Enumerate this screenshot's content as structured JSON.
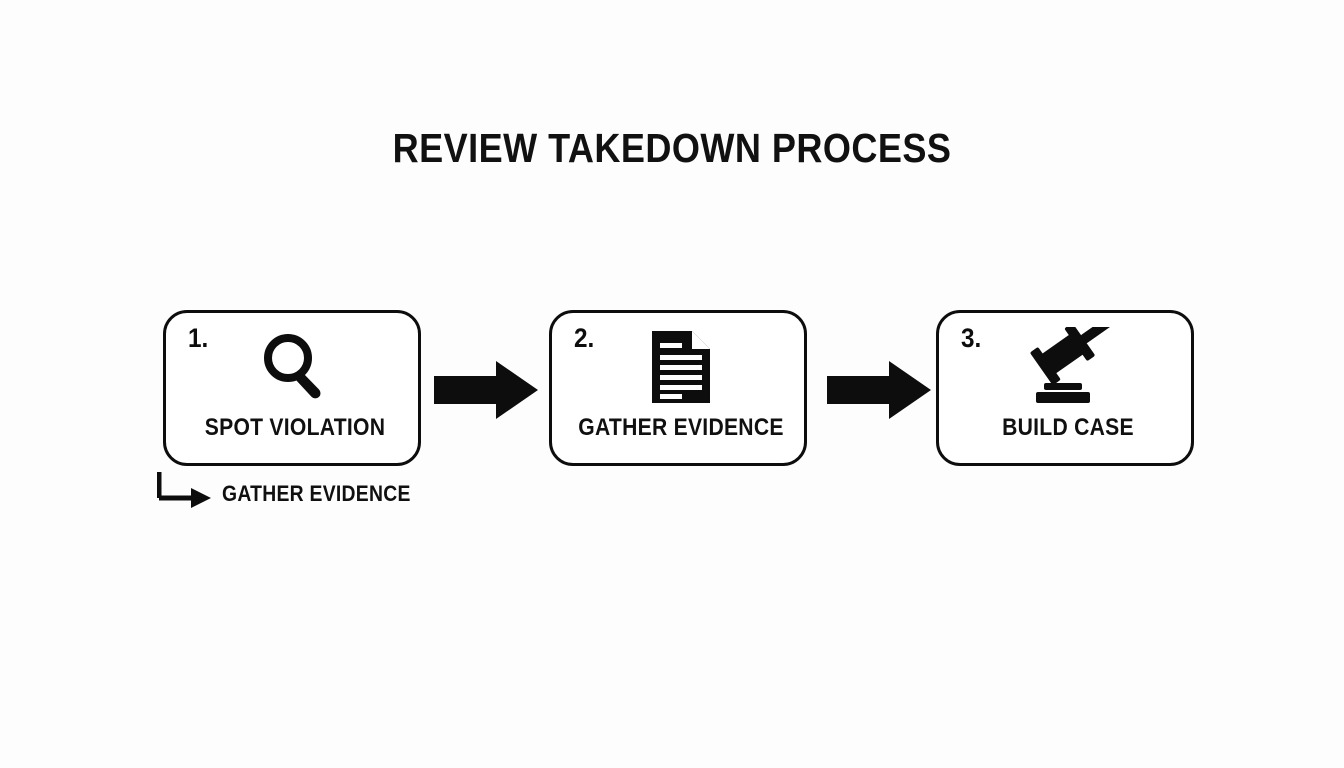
{
  "diagram": {
    "title": "REVIEW TAKEDOWN PROCESS",
    "background_color": "#fdfdfd",
    "ink_color": "#0d0d0d",
    "steps": [
      {
        "number": "1.",
        "label": "SPOT VIOLATION",
        "icon": "magnifying-glass-icon"
      },
      {
        "number": "2.",
        "label": "GATHER EVIDENCE",
        "icon": "document-icon"
      },
      {
        "number": "3.",
        "label": "BUILD CASE",
        "icon": "gavel-icon"
      }
    ],
    "connectors": [
      {
        "icon": "right-arrow-icon",
        "from": "1",
        "to": "2"
      },
      {
        "icon": "right-arrow-icon",
        "from": "2",
        "to": "3"
      }
    ],
    "branch": {
      "icon": "elbow-arrow-icon",
      "label": "GATHER EVIDENCE",
      "from": "1"
    }
  }
}
